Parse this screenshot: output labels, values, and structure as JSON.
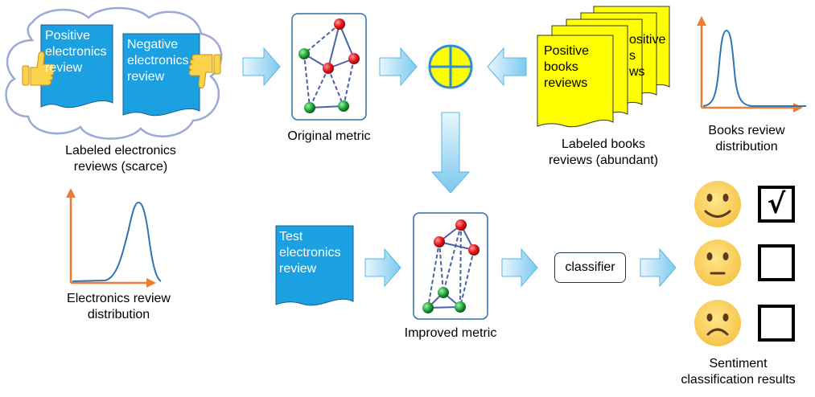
{
  "documents": {
    "positive_electronics": "Positive\nelectronics\nreview",
    "negative_electronics": "Negative\nelectronics\nreview",
    "positive_books": "Positive\nbooks\nreviews",
    "test_electronics": "Test\nelectronics\nreview"
  },
  "labels": {
    "labeled_electronics": "Labeled electronics\nreviews (scarce)",
    "original_metric": "Original metric",
    "labeled_books": "Labeled books\nreviews (abundant)",
    "books_distribution": "Books review\ndistribution",
    "electronics_distribution": "Electronics review\ndistribution",
    "improved_metric": "Improved metric",
    "classifier": "classifier",
    "sentiment_results": "Sentiment\nclassification results"
  },
  "results": [
    {
      "face": "happy-face-icon",
      "checked": true,
      "mark": "√"
    },
    {
      "face": "neutral-face-icon",
      "checked": false,
      "mark": ""
    },
    {
      "face": "sad-face-icon",
      "checked": false,
      "mark": ""
    }
  ],
  "colors": {
    "electronics_doc": "#1ba1e2",
    "books_doc": "#ffff00",
    "arrow_fill": "#9ed9f5",
    "node_red": "#e8151b",
    "node_green": "#20a83a",
    "edge": "#4a62a8",
    "axis": "#ee7d31",
    "curve": "#2e75b6",
    "face": "#fdd05a"
  }
}
